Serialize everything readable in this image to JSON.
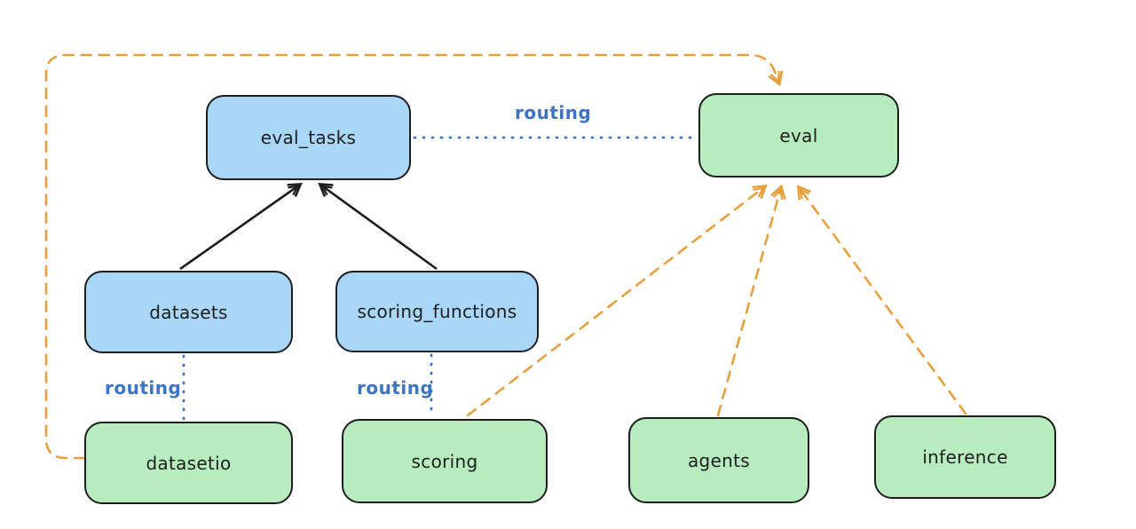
{
  "diagram": {
    "type": "architecture-diagram",
    "background": "#ffffff",
    "colors": {
      "api_box_fill": "#a8d7f7",
      "provider_box_fill": "#b7ecbf",
      "box_border": "#1e1e1e",
      "solid_edge": "#1e1e1e",
      "routing_edge": "#3d74c6",
      "provider_edge": "#e8a03d"
    },
    "nodes": [
      {
        "id": "eval_tasks",
        "label": "eval_tasks",
        "kind": "api"
      },
      {
        "id": "eval",
        "label": "eval",
        "kind": "provider"
      },
      {
        "id": "datasets",
        "label": "datasets",
        "kind": "api"
      },
      {
        "id": "scoring_functions",
        "label": "scoring_functions",
        "kind": "api"
      },
      {
        "id": "datasetio",
        "label": "datasetio",
        "kind": "provider"
      },
      {
        "id": "scoring",
        "label": "scoring",
        "kind": "provider"
      },
      {
        "id": "agents",
        "label": "agents",
        "kind": "provider"
      },
      {
        "id": "inference",
        "label": "inference",
        "kind": "provider"
      }
    ],
    "edges": [
      {
        "from": "datasets",
        "to": "eval_tasks",
        "style": "solid-arrow",
        "color": "#1e1e1e"
      },
      {
        "from": "scoring_functions",
        "to": "eval_tasks",
        "style": "solid-arrow",
        "color": "#1e1e1e"
      },
      {
        "from": "eval_tasks",
        "to": "eval",
        "style": "dotted",
        "color": "#3d74c6",
        "label": "routing"
      },
      {
        "from": "datasets",
        "to": "datasetio",
        "style": "dotted",
        "color": "#3d74c6",
        "label": "routing"
      },
      {
        "from": "scoring_functions",
        "to": "scoring",
        "style": "dotted",
        "color": "#3d74c6",
        "label": "routing"
      },
      {
        "from": "scoring",
        "to": "eval",
        "style": "dashed-arrow",
        "color": "#e8a03d"
      },
      {
        "from": "agents",
        "to": "eval",
        "style": "dashed-arrow",
        "color": "#e8a03d"
      },
      {
        "from": "inference",
        "to": "eval",
        "style": "dashed-arrow",
        "color": "#e8a03d"
      },
      {
        "from": "datasetio",
        "to": "eval",
        "style": "dashed-arrow",
        "color": "#e8a03d"
      }
    ]
  }
}
